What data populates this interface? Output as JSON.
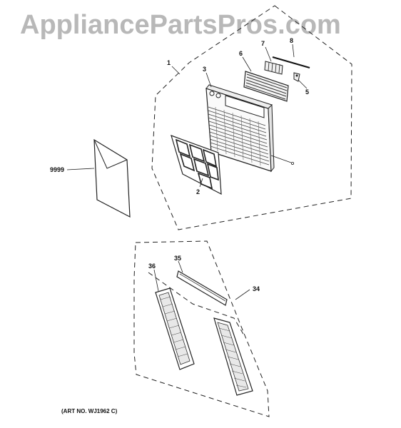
{
  "watermark": "AppliancePartsPros.com",
  "art_number": "(ART NO. WJ1962 C)",
  "callouts": {
    "c1": "1",
    "c2": "2",
    "c3": "3",
    "c5": "5",
    "c6": "6",
    "c7": "7",
    "c8": "8",
    "c9999": "9999",
    "c34": "34",
    "c35": "35",
    "c36": "36"
  }
}
